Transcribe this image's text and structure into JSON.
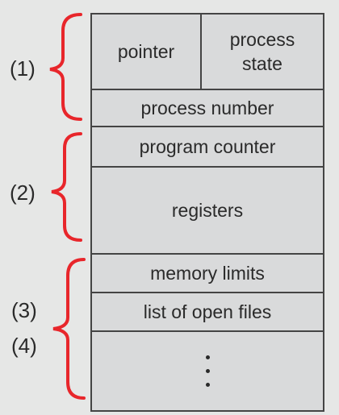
{
  "groups": [
    {
      "label": "(1)"
    },
    {
      "label": "(2)"
    },
    {
      "label": "(3)"
    },
    {
      "label": "(4)"
    }
  ],
  "pcb": {
    "pointer": "pointer",
    "process_state_line1": "process",
    "process_state_line2": "state",
    "process_number": "process number",
    "program_counter": "program counter",
    "registers": "registers",
    "memory_limits": "memory limits",
    "open_files": "list of open files"
  },
  "colors": {
    "brace": "#e8262b",
    "box_fill": "#d9dadb",
    "border": "#444444"
  }
}
